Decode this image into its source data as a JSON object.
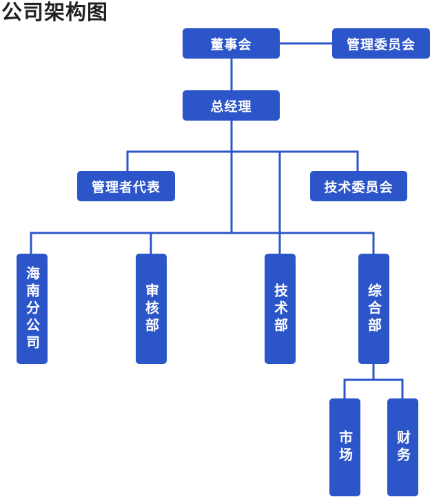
{
  "title": "公司架构图",
  "colors": {
    "node_fill": "#2b55c9",
    "connector": "#2b55c9",
    "node_text": "#ffffff",
    "title_text": "#222222"
  },
  "nodes": {
    "board": "董事会",
    "management_committee": "管理委员会",
    "general_manager": "总经理",
    "management_representative": "管理者代表",
    "technical_committee": "技术委员会",
    "hainan_branch": "海南分公司",
    "audit_dept": "审核部",
    "tech_dept": "技术部",
    "general_dept": "综合部",
    "market": "市场",
    "finance": "财务"
  },
  "edges": [
    [
      "board",
      "management_committee"
    ],
    [
      "board",
      "general_manager"
    ],
    [
      "general_manager",
      "management_representative"
    ],
    [
      "general_manager",
      "technical_committee"
    ],
    [
      "general_manager",
      "hainan_branch"
    ],
    [
      "general_manager",
      "audit_dept"
    ],
    [
      "general_manager",
      "tech_dept"
    ],
    [
      "general_manager",
      "general_dept"
    ],
    [
      "general_dept",
      "market"
    ],
    [
      "general_dept",
      "finance"
    ]
  ]
}
